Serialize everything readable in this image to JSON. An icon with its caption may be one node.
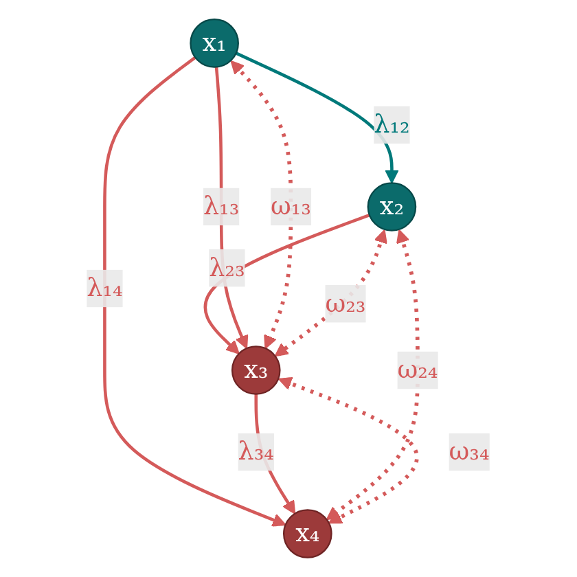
{
  "diagram": {
    "nodes": [
      {
        "text": [
          "x₁"
        ]
      },
      {
        "text": [
          "x₂"
        ]
      },
      {
        "text": [
          "x₃"
        ]
      },
      {
        "text": [
          "x₄"
        ]
      }
    ],
    "edges": [
      {
        "from": 0,
        "to": 1,
        "arrow": "to",
        "label": "λ₁₂",
        "color": "#00797a"
      },
      {
        "from": 0,
        "to": 3,
        "arrow": "to",
        "label": "λ₁₄"
      },
      {
        "from": 1,
        "to": 2,
        "arrow": "to",
        "label": "λ₂₃"
      },
      {
        "from": 0,
        "to": 2,
        "arrow": "to",
        "label": "λ₁₃"
      },
      {
        "from": 2,
        "to": 3,
        "arrow": "to",
        "label": "λ₃₄"
      },
      {
        "from": 0,
        "to": 2,
        "arrow": "both",
        "label": "ω₁₃",
        "style": "dashed"
      },
      {
        "from": 1,
        "to": 2,
        "arrow": "both",
        "label": "ω₂₃",
        "style": "dashed"
      },
      {
        "from": 1,
        "to": 3,
        "arrow": "both",
        "label": "ω₂₄",
        "style": "dashed"
      },
      {
        "from": 2,
        "to": 3,
        "arrow": "both",
        "label": "ω₃₄",
        "style": "dashed"
      }
    ]
  }
}
